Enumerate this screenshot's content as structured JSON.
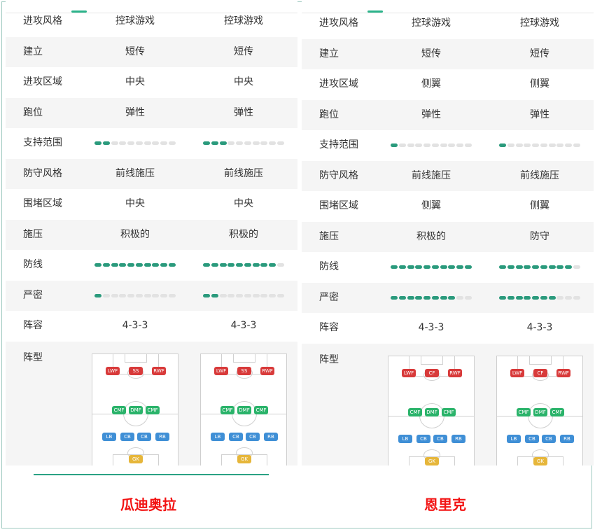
{
  "colors": {
    "accent": "#2a9a7c",
    "caption": "#f21313",
    "attack": "#d83a3a",
    "midfield": "#2ab36a",
    "defense": "#3f8fd6",
    "goalkeeper": "#e6b63a"
  },
  "bar_segments": 10,
  "left": {
    "caption": "瓜迪奥拉",
    "rows": [
      {
        "label": "进攻风格",
        "type": "text",
        "v1": "控球游戏",
        "v2": "控球游戏"
      },
      {
        "label": "建立",
        "type": "text",
        "v1": "短传",
        "v2": "短传"
      },
      {
        "label": "进攻区域",
        "type": "text",
        "v1": "中央",
        "v2": "中央"
      },
      {
        "label": "跑位",
        "type": "text",
        "v1": "弹性",
        "v2": "弹性"
      },
      {
        "label": "支持范围",
        "type": "bar",
        "v1": 2,
        "v2": 3
      },
      {
        "label": "防守风格",
        "type": "text",
        "v1": "前线施压",
        "v2": "前线施压"
      },
      {
        "label": "围堵区域",
        "type": "text",
        "v1": "中央",
        "v2": "中央"
      },
      {
        "label": "施压",
        "type": "text",
        "v1": "积极的",
        "v2": "积极的"
      },
      {
        "label": "防线",
        "type": "bar",
        "v1": 10,
        "v2": 9
      },
      {
        "label": "严密",
        "type": "bar",
        "v1": 1,
        "v2": 2
      },
      {
        "label": "阵容",
        "type": "text",
        "v1": "4-3-3",
        "v2": "4-3-3"
      }
    ],
    "formation_label": "阵型",
    "formation": {
      "attack": [
        "LWF",
        "SS",
        "RWF"
      ],
      "midfield": [
        "CMF",
        "DMF",
        "CMF"
      ],
      "defense": [
        "LB",
        "CB",
        "CB",
        "RB"
      ],
      "goalkeeper": [
        "GK"
      ]
    }
  },
  "right": {
    "caption": "恩里克",
    "rows": [
      {
        "label": "进攻风格",
        "type": "text",
        "v1": "控球游戏",
        "v2": "控球游戏"
      },
      {
        "label": "建立",
        "type": "text",
        "v1": "短传",
        "v2": "短传"
      },
      {
        "label": "进攻区域",
        "type": "text",
        "v1": "侧翼",
        "v2": "侧翼"
      },
      {
        "label": "跑位",
        "type": "text",
        "v1": "弹性",
        "v2": "弹性"
      },
      {
        "label": "支持范围",
        "type": "bar",
        "v1": 1,
        "v2": 1
      },
      {
        "label": "防守风格",
        "type": "text",
        "v1": "前线施压",
        "v2": "前线施压"
      },
      {
        "label": "围堵区域",
        "type": "text",
        "v1": "侧翼",
        "v2": "侧翼"
      },
      {
        "label": "施压",
        "type": "text",
        "v1": "积极的",
        "v2": "防守"
      },
      {
        "label": "防线",
        "type": "bar",
        "v1": 10,
        "v2": 9
      },
      {
        "label": "严密",
        "type": "bar",
        "v1": 8,
        "v2": 7
      },
      {
        "label": "阵容",
        "type": "text",
        "v1": "4-3-3",
        "v2": "4-3-3"
      }
    ],
    "formation_label": "阵型",
    "formation": {
      "attack": [
        "LWF",
        "CF",
        "RWF"
      ],
      "midfield": [
        "CMF",
        "DMF",
        "CMF"
      ],
      "defense": [
        "LB",
        "CB",
        "CB",
        "RB"
      ],
      "goalkeeper": [
        "GK"
      ]
    }
  }
}
